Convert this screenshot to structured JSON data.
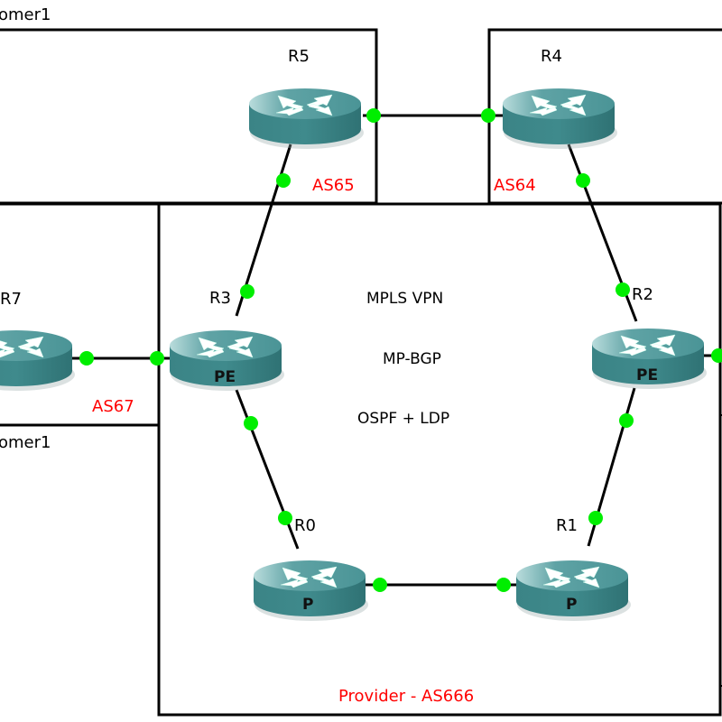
{
  "title": "MPLS VPN topology",
  "colors": {
    "router_body": "#3f8a8c",
    "router_top": "#5fa3a5",
    "router_shadow": "#2d6e70",
    "link": "#000000",
    "port": "#00ee00",
    "as_label": "#ff0000",
    "zone_border": "#000000"
  },
  "zones": [
    {
      "id": "customer1-top",
      "label": "Customer1",
      "label_visible": "omer1"
    },
    {
      "id": "customer-r4",
      "label": ""
    },
    {
      "id": "customer1-left",
      "label": "Customer1",
      "label_visible": "omer1"
    },
    {
      "id": "provider",
      "label": "Provider - AS666"
    }
  ],
  "as_labels": {
    "as65": "AS65",
    "as64": "AS64",
    "as67": "AS67",
    "provider": "Provider - AS666"
  },
  "center_text": {
    "line1": "MPLS VPN",
    "line2": "MP-BGP",
    "line3": "OSPF + LDP"
  },
  "routers": [
    {
      "id": "R5",
      "name": "R5",
      "role": ""
    },
    {
      "id": "R4",
      "name": "R4",
      "role": ""
    },
    {
      "id": "R7",
      "name": "R7",
      "role": ""
    },
    {
      "id": "R3",
      "name": "R3",
      "role": "PE"
    },
    {
      "id": "R2",
      "name": "R2",
      "role": "PE"
    },
    {
      "id": "R0",
      "name": "R0",
      "role": "P"
    },
    {
      "id": "R1",
      "name": "R1",
      "role": "P"
    }
  ],
  "links": [
    {
      "from": "R5",
      "to": "R4"
    },
    {
      "from": "R5",
      "to": "R3"
    },
    {
      "from": "R4",
      "to": "R2"
    },
    {
      "from": "R7",
      "to": "R3"
    },
    {
      "from": "R3",
      "to": "R0"
    },
    {
      "from": "R2",
      "to": "R1"
    },
    {
      "from": "R0",
      "to": "R1"
    },
    {
      "from": "R2",
      "to": "offscreen-right"
    }
  ]
}
